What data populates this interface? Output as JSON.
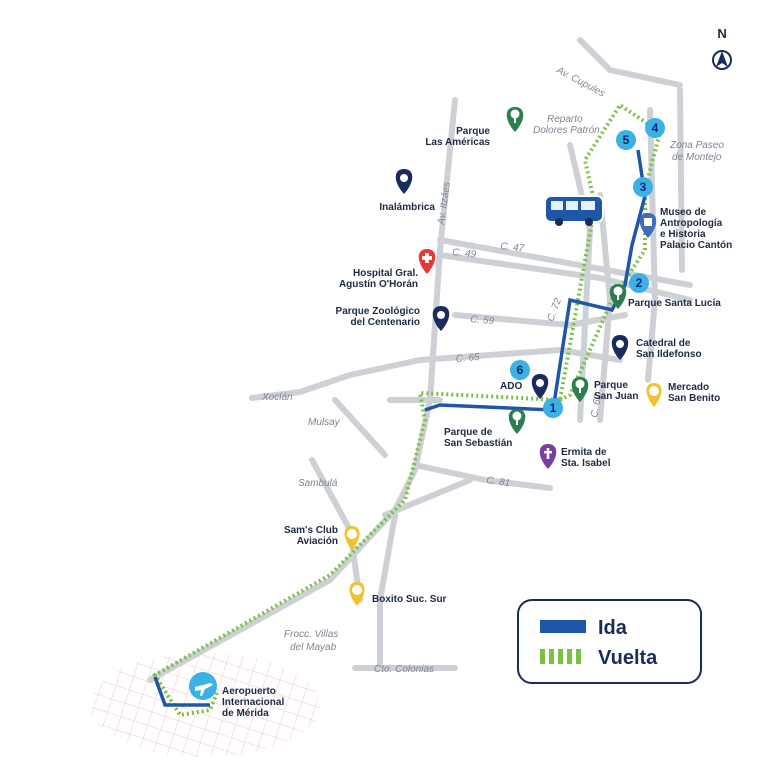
{
  "colors": {
    "ida": "#1f56a8",
    "vuelta": "#7ac143",
    "stop": "#3bb1e6",
    "road": "#cdd1d6",
    "navy": "#1a2b5c",
    "green": "#2e7d4f",
    "red": "#e53935",
    "yellow": "#f2c12e",
    "purple": "#7b3fa0",
    "blue": "#3d6fb6",
    "sky": "#3bb1e6"
  },
  "compass": {
    "label": "N",
    "icon": "north-arrow-icon"
  },
  "streets": [
    {
      "id": "av-cupules",
      "label": "Av. Cupules"
    },
    {
      "id": "reparto",
      "label": "Reparto"
    },
    {
      "id": "dolores",
      "label": "Dolores Patrón"
    },
    {
      "id": "zona-paseo-1",
      "label": "Zona Paseo"
    },
    {
      "id": "zona-paseo-2",
      "label": "de Montejo"
    },
    {
      "id": "av-itzaes",
      "label": "Av. Itzáes"
    },
    {
      "id": "c49",
      "label": "C. 49"
    },
    {
      "id": "c47",
      "label": "C. 47"
    },
    {
      "id": "c72",
      "label": "C. 72"
    },
    {
      "id": "c59",
      "label": "C. 59"
    },
    {
      "id": "c65",
      "label": "C. 65"
    },
    {
      "id": "c62",
      "label": "C. 62"
    },
    {
      "id": "c81",
      "label": "C. 81"
    },
    {
      "id": "xoclan",
      "label": "Xoclán"
    },
    {
      "id": "mulsay",
      "label": "Mulsay"
    },
    {
      "id": "sambula",
      "label": "Sambulá"
    },
    {
      "id": "fracc-1",
      "label": "Frocc. Villas"
    },
    {
      "id": "fracc-2",
      "label": "del Mayab"
    },
    {
      "id": "cto-colonias",
      "label": "Cto. Colonias"
    }
  ],
  "pois": [
    {
      "id": "las-americas",
      "icon": "tree-pin-icon",
      "color": "green",
      "lines": [
        "Parque",
        "Las Américas"
      ]
    },
    {
      "id": "inalambrica",
      "icon": "map-pin-icon",
      "color": "navy",
      "lines": [
        "Inalámbrica"
      ]
    },
    {
      "id": "hospital",
      "icon": "hospital-cross-icon",
      "color": "red",
      "lines": [
        "Hospital Gral.",
        "Agustín O'Horán"
      ]
    },
    {
      "id": "zoologico",
      "icon": "map-pin-icon",
      "color": "navy",
      "lines": [
        "Parque Zoológico",
        "del Centenario"
      ]
    },
    {
      "id": "museo",
      "icon": "museum-pin-icon",
      "color": "blue",
      "lines": [
        "Museo de",
        "Antropología",
        "e Historia",
        "Palacio Cantón"
      ]
    },
    {
      "id": "santa-lucia",
      "icon": "tree-pin-icon",
      "color": "green",
      "lines": [
        "Parque Santa Lucía"
      ]
    },
    {
      "id": "catedral",
      "icon": "map-pin-icon",
      "color": "navy",
      "lines": [
        "Catedral de",
        "San Ildefonso"
      ]
    },
    {
      "id": "ado",
      "icon": "map-pin-icon",
      "color": "navy",
      "lines": [
        "ADO"
      ]
    },
    {
      "id": "san-juan",
      "icon": "tree-pin-icon",
      "color": "green",
      "lines": [
        "Parque",
        "San Juan"
      ]
    },
    {
      "id": "san-benito",
      "icon": "bell-pin-icon",
      "color": "yellow",
      "lines": [
        "Mercado",
        "San Benito"
      ]
    },
    {
      "id": "san-sebastian",
      "icon": "tree-pin-icon",
      "color": "green",
      "lines": [
        "Parque de",
        "San Sebastián"
      ]
    },
    {
      "id": "ermita",
      "icon": "cross-pin-icon",
      "color": "purple",
      "lines": [
        "Ermita de",
        "Sta. Isabel"
      ]
    },
    {
      "id": "sams",
      "icon": "bell-pin-icon",
      "color": "yellow",
      "lines": [
        "Sam's Club",
        "Aviación"
      ]
    },
    {
      "id": "boxito",
      "icon": "bell-pin-icon",
      "color": "yellow",
      "lines": [
        "Boxito Suc. Sur"
      ]
    },
    {
      "id": "aeropuerto",
      "icon": "airplane-icon",
      "color": "sky",
      "lines": [
        "Aeropuerto",
        "Internacional",
        "de Mérida"
      ]
    }
  ],
  "stops": [
    {
      "id": "stop-1",
      "label": "1"
    },
    {
      "id": "stop-2",
      "label": "2"
    },
    {
      "id": "stop-3",
      "label": "3"
    },
    {
      "id": "stop-4",
      "label": "4"
    },
    {
      "id": "stop-5",
      "label": "5"
    },
    {
      "id": "stop-6",
      "label": "6"
    }
  ],
  "bus": {
    "icon": "bus-icon"
  },
  "legend": {
    "ida_label": "Ida",
    "vuelta_label": "Vuelta"
  }
}
